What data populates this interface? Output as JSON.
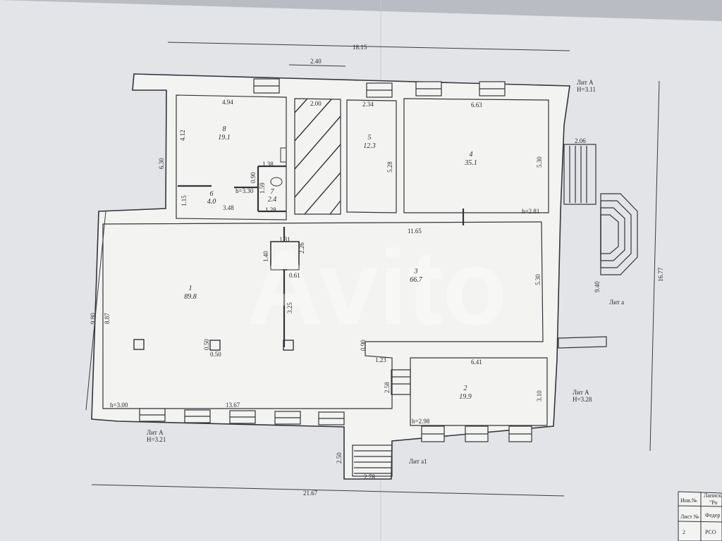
{
  "overall_dims": {
    "top": "18.15",
    "bottom": "21.67",
    "right": "16.77",
    "left_total": "9.80",
    "top_gap": "2.40"
  },
  "rooms": [
    {
      "no": "1",
      "area": "89.8"
    },
    {
      "no": "2",
      "area": "19.9"
    },
    {
      "no": "3",
      "area": "66.7"
    },
    {
      "no": "4",
      "area": "35.1"
    },
    {
      "no": "5",
      "area": "12.3"
    },
    {
      "no": "6",
      "area": "4.0"
    },
    {
      "no": "7",
      "area": "2.4"
    },
    {
      "no": "8",
      "area": "19.1"
    }
  ],
  "dims": {
    "r8_w": "4.94",
    "r8_h": "4.12",
    "left_upper": "6.30",
    "hatch_w": "2.00",
    "r5_w": "2.34",
    "r5_h": "5.28",
    "r4_w": "6.63",
    "r4_h": "5.30",
    "porch_w": "2.06",
    "r7_w": "1.38",
    "r7_h": "1.59",
    "d_090a": "0.90",
    "r6_h": "1.15",
    "r6_w": "3.48",
    "r7_bw": "1.28",
    "h330": "h=3.30",
    "h281": "h=2.81",
    "r3_top": "11.65",
    "col_w": "1.31",
    "col_h": "1.40",
    "d226": "2.26",
    "d061": "0.61",
    "d325": "3.25",
    "r3_h": "5.30",
    "right_low": "9.40",
    "r1_h": "8.87",
    "p1": "0.50",
    "p2": "0.50",
    "d090b": "0.90",
    "d123": "1.23",
    "r2_w": "6.41",
    "r2_h": "3.10",
    "d258": "2.58",
    "h300": "h=3.00",
    "r1_w": "13.67",
    "h298": "h=2.98",
    "stair_h": "2.50",
    "stair_w": "2.78"
  },
  "labels": {
    "litA_top": "Лит А",
    "h_top": "Н=3.11",
    "litA_right": "Лит А",
    "h_right": "Н=3.28",
    "litA_left": "Лит А",
    "h_left": "Н=3.21",
    "lit_a": "Лит а",
    "lit_a1": "Лит а1"
  },
  "watermark": "Avito",
  "stamp": {
    "row1a": "Инв.№",
    "row1b": "Лаписк",
    "row2": "Лист №",
    "row3": "2",
    "row3b": "РСО",
    "r1": "\"Ро",
    "r2": "Федер"
  }
}
